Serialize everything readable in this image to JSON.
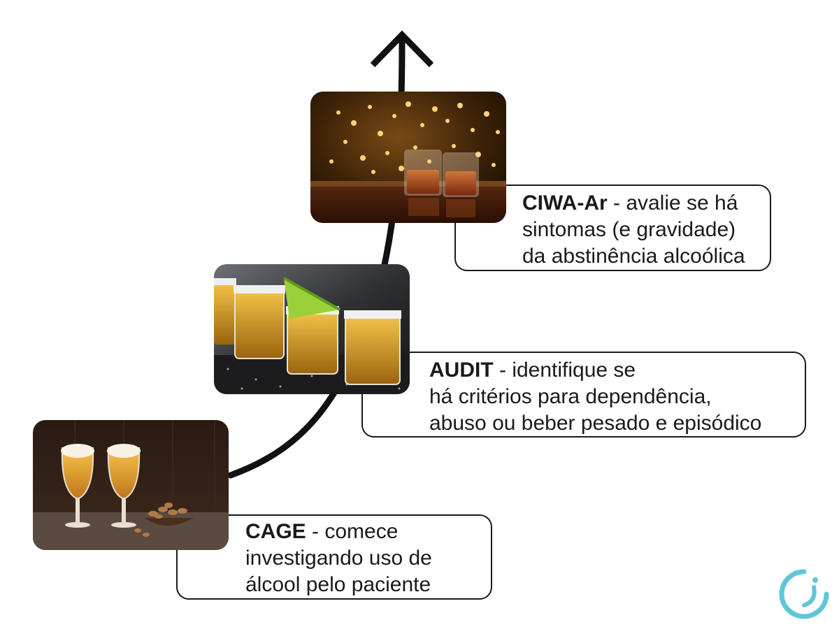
{
  "steps": [
    {
      "name": "CAGE",
      "lines": [
        " - comece",
        "investigando uso de",
        "álcool pelo paciente"
      ],
      "image": "beer-glasses-photo"
    },
    {
      "name": "AUDIT",
      "lines": [
        " - identifique se",
        "há critérios para dependência,",
        "abuso ou beber pesado e episódico"
      ],
      "image": "tequila-shots-photo"
    },
    {
      "name": "CIWA-Ar",
      "lines": [
        " - avalie se há",
        "sintomas (e gravidade)",
        "da abstinência alcoólica"
      ],
      "image": "whiskey-glasses-photo"
    }
  ],
  "colors": {
    "line": "#111111",
    "logo": "#5ec6d8"
  },
  "icons": {
    "arrow": "up-arrow-icon",
    "logo": "brand-logo-icon"
  }
}
